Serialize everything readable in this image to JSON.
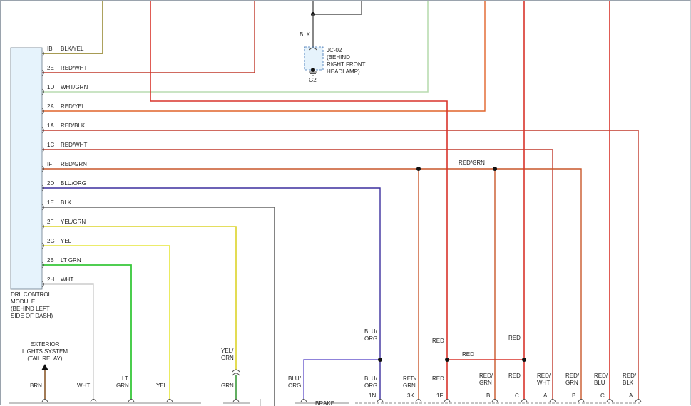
{
  "module": {
    "label_lines": [
      "DRL CONTROL",
      "MODULE",
      "(BEHIND LEFT",
      "SIDE OF DASH)"
    ],
    "fill": "#e6f3fc",
    "pins": [
      {
        "pin": "IB",
        "wire": "BLK/YEL",
        "color": "#8a7a1a"
      },
      {
        "pin": "2E",
        "wire": "RED/WHT",
        "color": "#c0392b"
      },
      {
        "pin": "1D",
        "wire": "WHT/GRN",
        "color": "#b9dcb0"
      },
      {
        "pin": "2A",
        "wire": "RED/YEL",
        "color": "#e0632a"
      },
      {
        "pin": "1A",
        "wire": "RED/BLK",
        "color": "#c0392b"
      },
      {
        "pin": "1C",
        "wire": "RED/WHT",
        "color": "#c0392b"
      },
      {
        "pin": "IF",
        "wire": "RED/GRN",
        "color": "#c9572a"
      },
      {
        "pin": "2D",
        "wire": "BLU/ORG",
        "color": "#3b2f9e"
      },
      {
        "pin": "1E",
        "wire": "BLK",
        "color": "#555555"
      },
      {
        "pin": "2F",
        "wire": "YEL/GRN",
        "color": "#dcd42a"
      },
      {
        "pin": "2G",
        "wire": "YEL",
        "color": "#e6e63a"
      },
      {
        "pin": "2B",
        "wire": "LT GRN",
        "color": "#37c83a"
      },
      {
        "pin": "2H",
        "wire": "WHT",
        "color": "#cccccc"
      }
    ]
  },
  "ground": {
    "wire": "BLK",
    "connector": "JC-02",
    "location_lines": [
      "(BEHIND",
      "RIGHT FRONT",
      "HEADLAMP)"
    ],
    "ground_id": "G2"
  },
  "exterior": {
    "lines": [
      "EXTERIOR",
      "LIGHTS SYSTEM",
      "(TAIL RELAY)"
    ]
  },
  "mid_labels": {
    "red_grn_bus": "RED/GRN",
    "blu_org": [
      "BLU/",
      "ORG"
    ],
    "red_top": "RED",
    "red_mid": "RED",
    "red_right": "RED",
    "yel_grn": [
      "YEL/",
      "GRN"
    ]
  },
  "bottom_labels": [
    {
      "id": "brn",
      "lines": [
        "BRN"
      ]
    },
    {
      "id": "wht",
      "lines": [
        "WHT"
      ]
    },
    {
      "id": "ltgrn",
      "lines": [
        "LT",
        "GRN"
      ]
    },
    {
      "id": "yel",
      "lines": [
        "YEL"
      ]
    },
    {
      "id": "grn",
      "lines": [
        "GRN"
      ]
    },
    {
      "id": "bluorg-left",
      "lines": [
        "BLU/",
        "ORG"
      ]
    },
    {
      "id": "bluorg-right",
      "lines": [
        "BLU/",
        "ORG"
      ]
    },
    {
      "id": "redgrn-3k",
      "lines": [
        "RED/",
        "GRN"
      ]
    },
    {
      "id": "red-1f",
      "lines": [
        "RED"
      ]
    },
    {
      "id": "redgrn-b",
      "lines": [
        "RED/",
        "GRN"
      ]
    },
    {
      "id": "red-c",
      "lines": [
        "RED"
      ]
    },
    {
      "id": "redwht-a",
      "lines": [
        "RED/",
        "WHT"
      ]
    },
    {
      "id": "redgrn-b2",
      "lines": [
        "RED/",
        "GRN"
      ]
    },
    {
      "id": "redblu-c",
      "lines": [
        "RED/",
        "BLU"
      ]
    },
    {
      "id": "redblk-a",
      "lines": [
        "RED/",
        "BLK"
      ]
    }
  ],
  "terminals": [
    "1N",
    "3K",
    "1F",
    "B",
    "C",
    "A",
    "B",
    "C",
    "A"
  ],
  "brake_label": "BRAKE",
  "colors": {
    "red": "#d9342b",
    "orange_red": "#e0632a",
    "dark_red": "#c0392b",
    "blue": "#3b2f9e",
    "purple": "#6a5acd",
    "brown": "#8b5a2b",
    "green": "#3a9a3a",
    "grey": "#777777"
  }
}
